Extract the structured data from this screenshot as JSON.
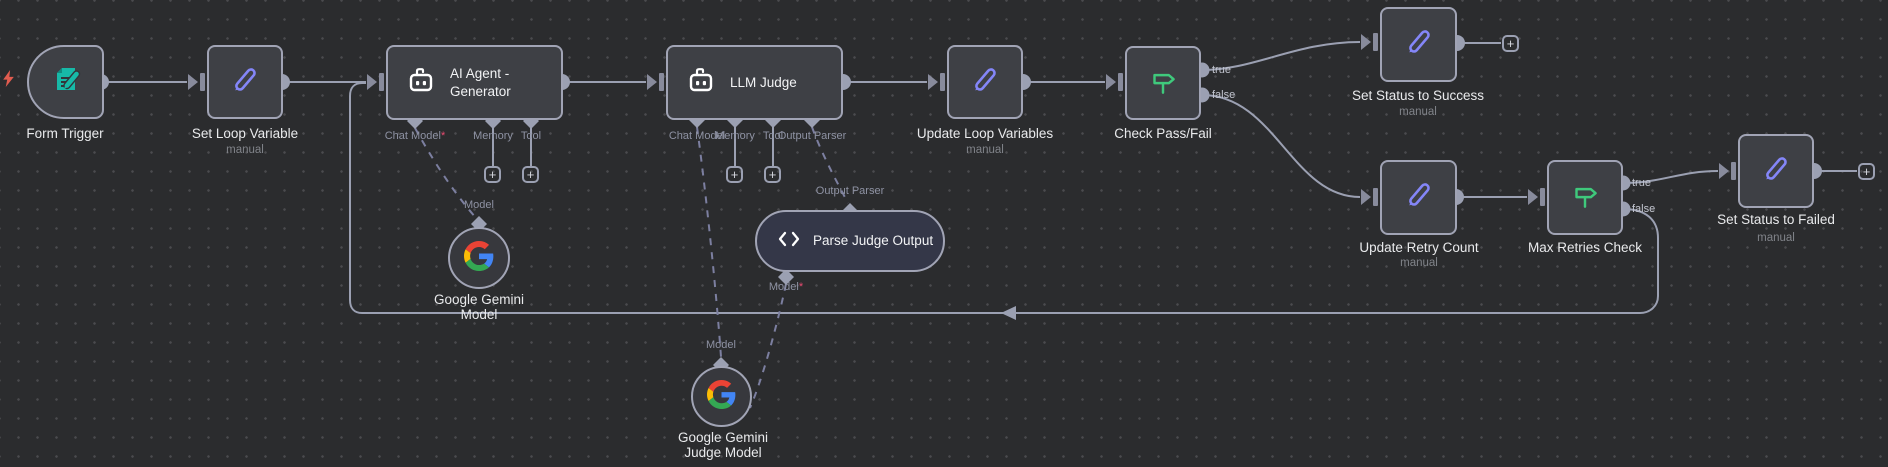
{
  "ui": {
    "plus": "+"
  },
  "colors": {
    "canvas_bg": "#2b2c2e",
    "node_bg": "#3e4045",
    "node_border": "#a1a4b5",
    "wire": "#9ba0b2",
    "accent_teal": "#17b9a7",
    "accent_purple": "#8486f8",
    "accent_green": "#3fc97c",
    "bolt_red": "#e25c4f",
    "required_red": "#ea4b71",
    "google_blue": "#4285F4",
    "google_red": "#EA4335",
    "google_yellow": "#FBBC05",
    "google_green": "#34A853"
  },
  "nodes": {
    "form_trigger": {
      "label": "Form Trigger"
    },
    "set_loop_variable": {
      "label": "Set Loop Variable",
      "subtitle": "manual"
    },
    "ai_agent_generator": {
      "label_line1": "AI Agent -",
      "label_line2": "Generator",
      "inputs": {
        "chat_model": "Chat Model",
        "required_marker": "*",
        "memory": "Memory",
        "tool": "Tool"
      }
    },
    "llm_judge": {
      "label": "LLM Judge",
      "inputs": {
        "chat_model": "Chat Model",
        "memory": "Memory",
        "tool": "Tool",
        "output_parser": "Output Parser"
      }
    },
    "update_loop_variables": {
      "label": "Update Loop Variables",
      "subtitle": "manual"
    },
    "check_pass_fail": {
      "label": "Check Pass/Fail",
      "outputs": {
        "true_label": "true",
        "false_label": "false"
      }
    },
    "set_status_success": {
      "label": "Set Status to Success",
      "subtitle": "manual"
    },
    "update_retry_count": {
      "label": "Update Retry Count",
      "subtitle": "manual"
    },
    "max_retries_check": {
      "label": "Max Retries Check",
      "outputs": {
        "true_label": "true",
        "false_label": "false"
      }
    },
    "set_status_failed": {
      "label": "Set Status to Failed",
      "subtitle": "manual"
    },
    "google_gemini_model": {
      "label_line1": "Google Gemini",
      "label_line2": "Model",
      "input_label": "Model"
    },
    "parse_judge_output": {
      "label": "Parse Judge Output",
      "input_top_label": "Output Parser",
      "input_bottom_label": "Model",
      "required_marker": "*"
    },
    "google_gemini_judge_model": {
      "label_line1": "Google Gemini",
      "label_line2": "Judge Model",
      "input_label": "Model"
    }
  }
}
